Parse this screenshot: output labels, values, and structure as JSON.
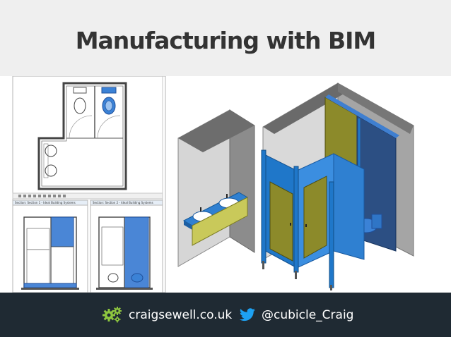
{
  "slide": {
    "title": "Manufacturing with BIM"
  },
  "views": {
    "section_1_caption": "Section: Section 1 - Ideal Building Systems",
    "section_2_caption": "Section: Section 2 - Ideal Building Systems"
  },
  "footer": {
    "website": "craigsewell.co.uk",
    "twitter": "@cubicle_Craig"
  },
  "colors": {
    "title_bg": "#efefef",
    "footer_bg": "#1f2a33",
    "accent_green": "#8ec63f",
    "twitter_blue": "#1da1f2",
    "cubicle_blue": "#1f77c9",
    "panel_olive": "#8c8a2a"
  }
}
